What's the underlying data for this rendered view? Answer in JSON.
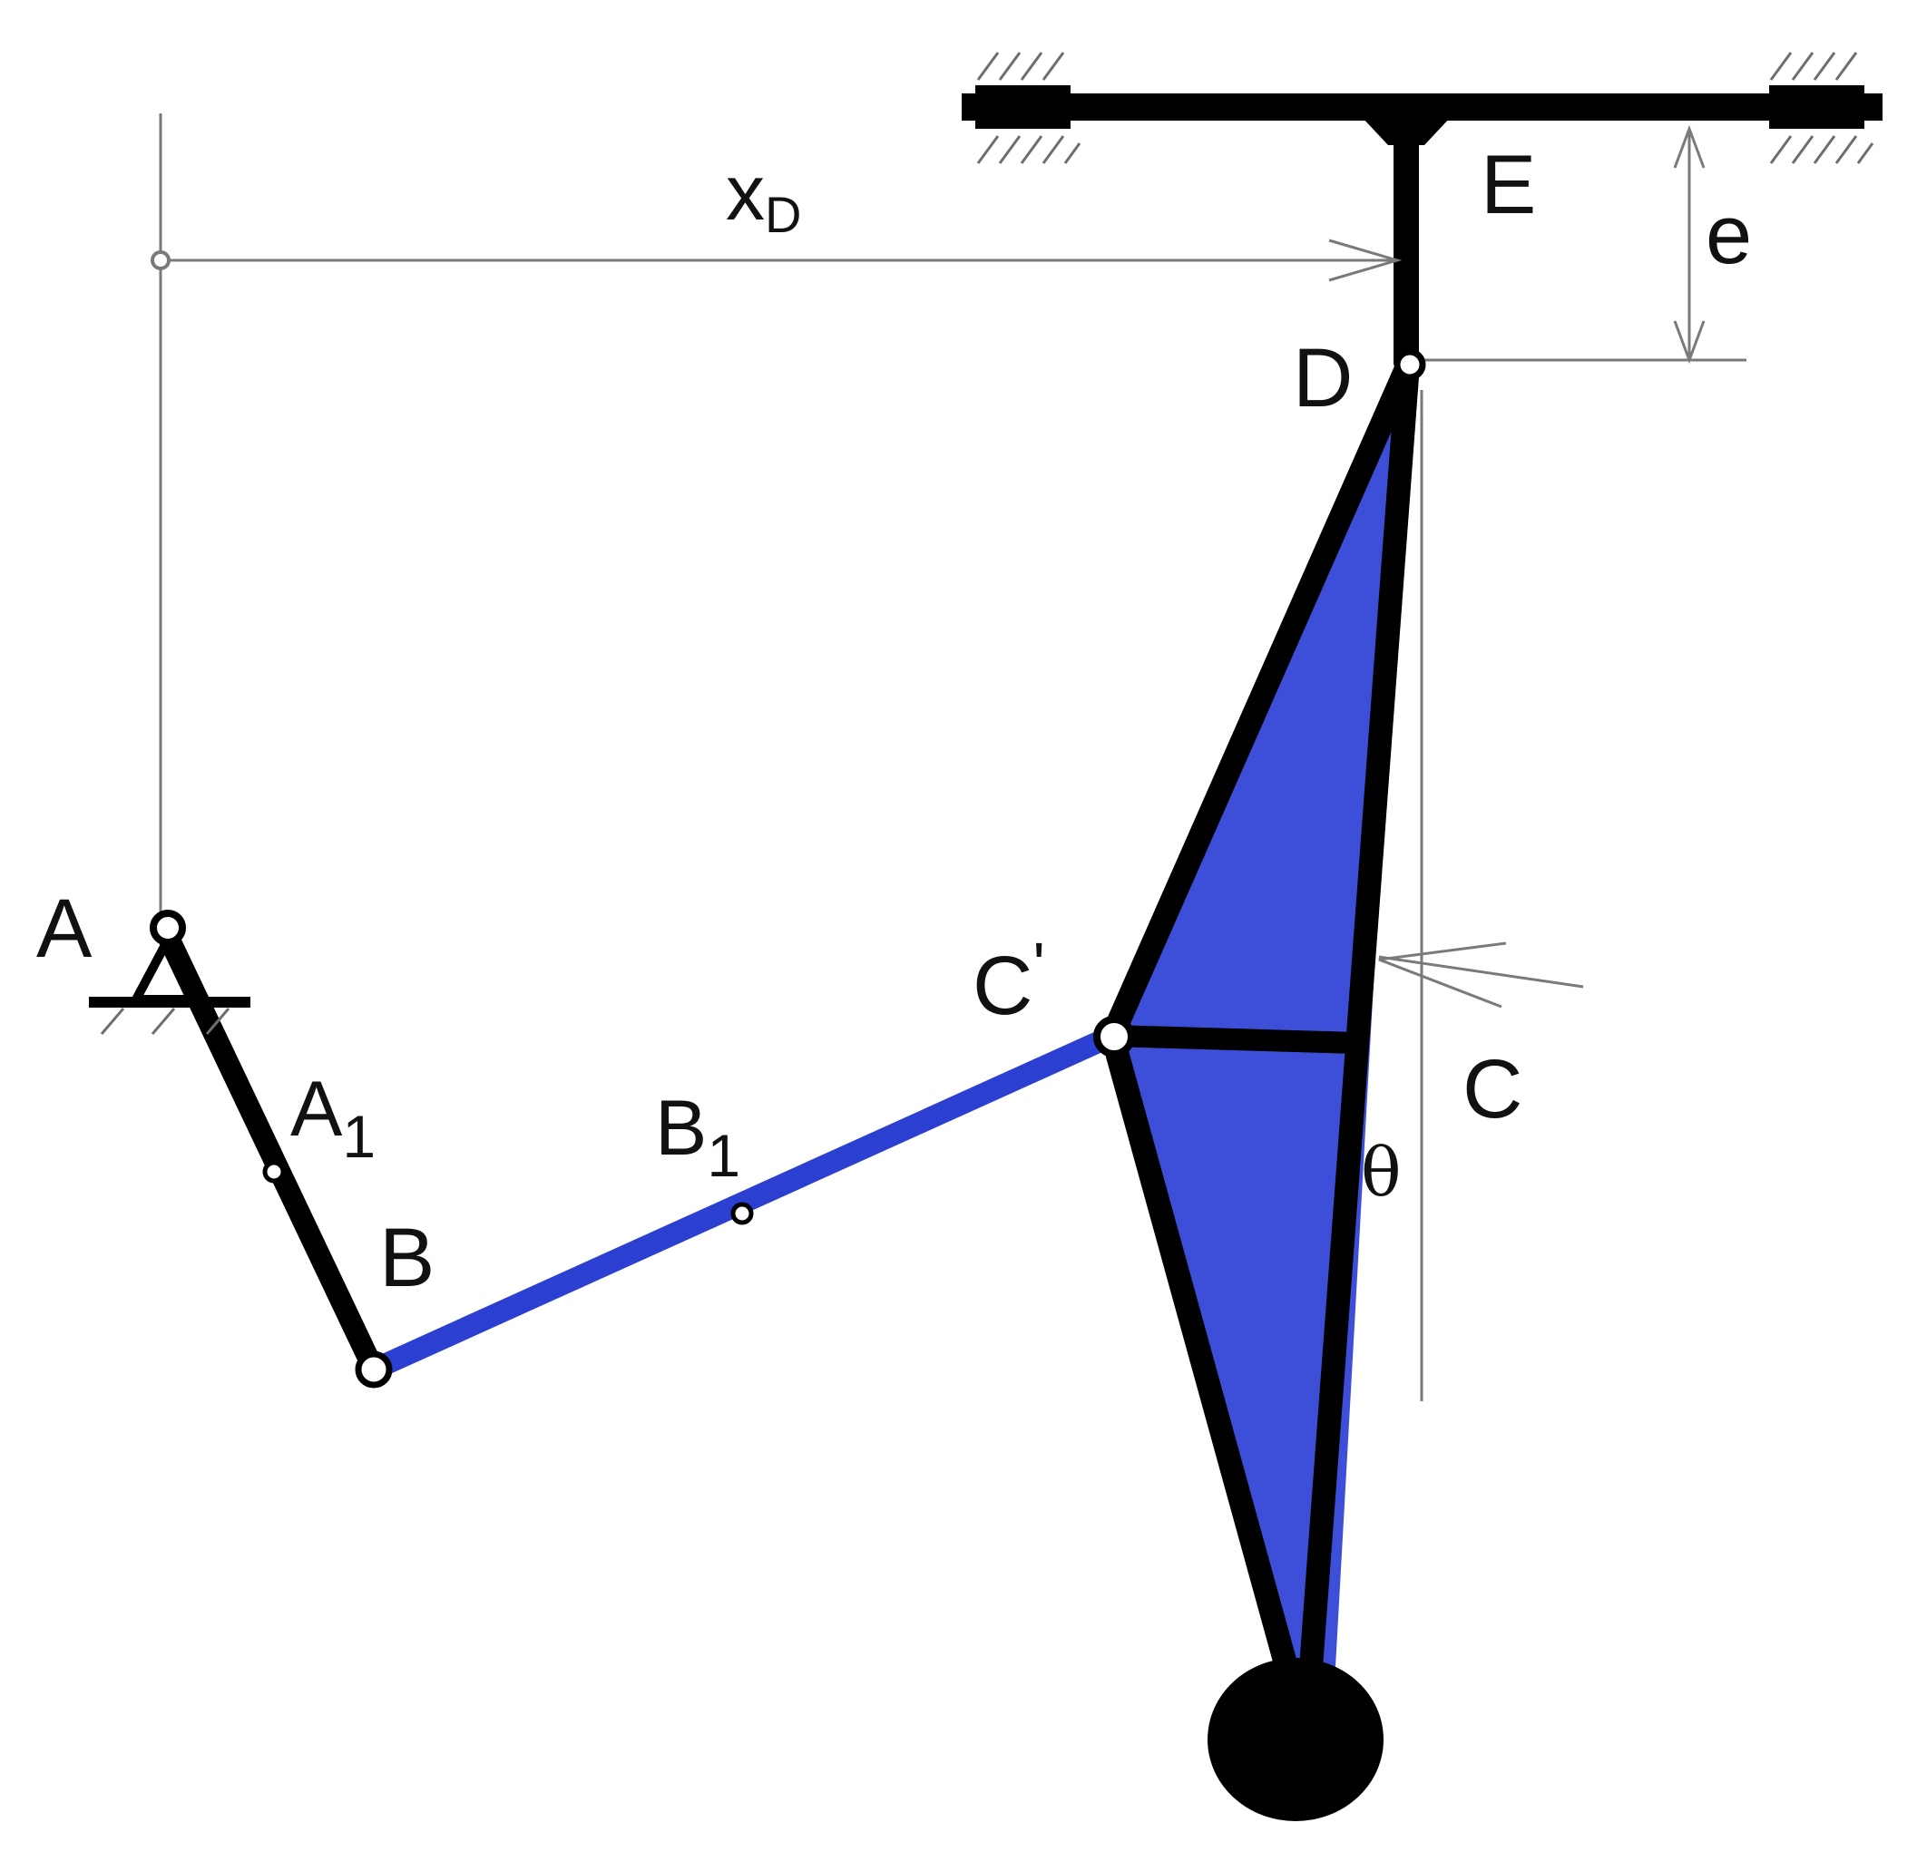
{
  "labels": {
    "A": "A",
    "A1_main": "A",
    "A1_sub": "1",
    "B": "B",
    "B1_main": "B",
    "B1_sub": "1",
    "C_prime_main": "C",
    "C_prime_mark": "'",
    "C": "C",
    "D": "D",
    "E": "E",
    "e": "e",
    "xD_main": "x",
    "xD_sub": "D",
    "theta": "θ"
  },
  "colors": {
    "link_black": "#000000",
    "coupler_blue": "#2b3fd1",
    "triangle_fill": "#3d4fd8",
    "guide_gray": "#7a7a7a"
  }
}
